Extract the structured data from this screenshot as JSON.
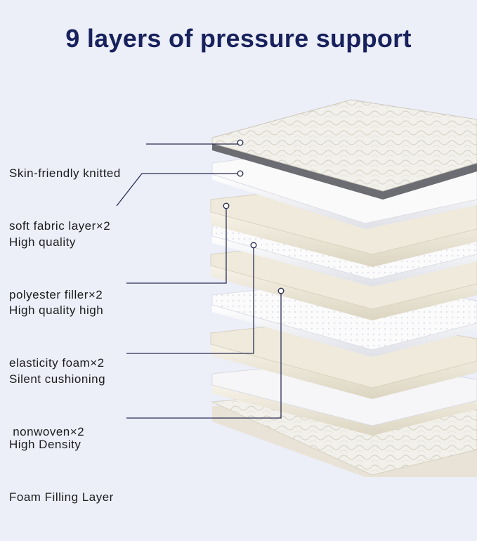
{
  "title": "9 layers of pressure support",
  "labels": [
    {
      "line1": "Skin-friendly knitted",
      "line2": "soft fabric layer×2"
    },
    {
      "line1": "High quality",
      "line2": "polyester filler×2"
    },
    {
      "line1": "High quality high",
      "line2": "elasticity foam×2"
    },
    {
      "line1": "Silent cushioning",
      "line2": " nonwoven×2"
    },
    {
      "line1": "High Density",
      "line2": "Foam Filling Layer"
    }
  ],
  "colors": {
    "background": "#eceef8",
    "title": "#17215c",
    "leader_line": "#2a2f55",
    "fabric": "#f3f1ea",
    "foam": "#ece7d8",
    "nonwoven": "#ffffff"
  }
}
